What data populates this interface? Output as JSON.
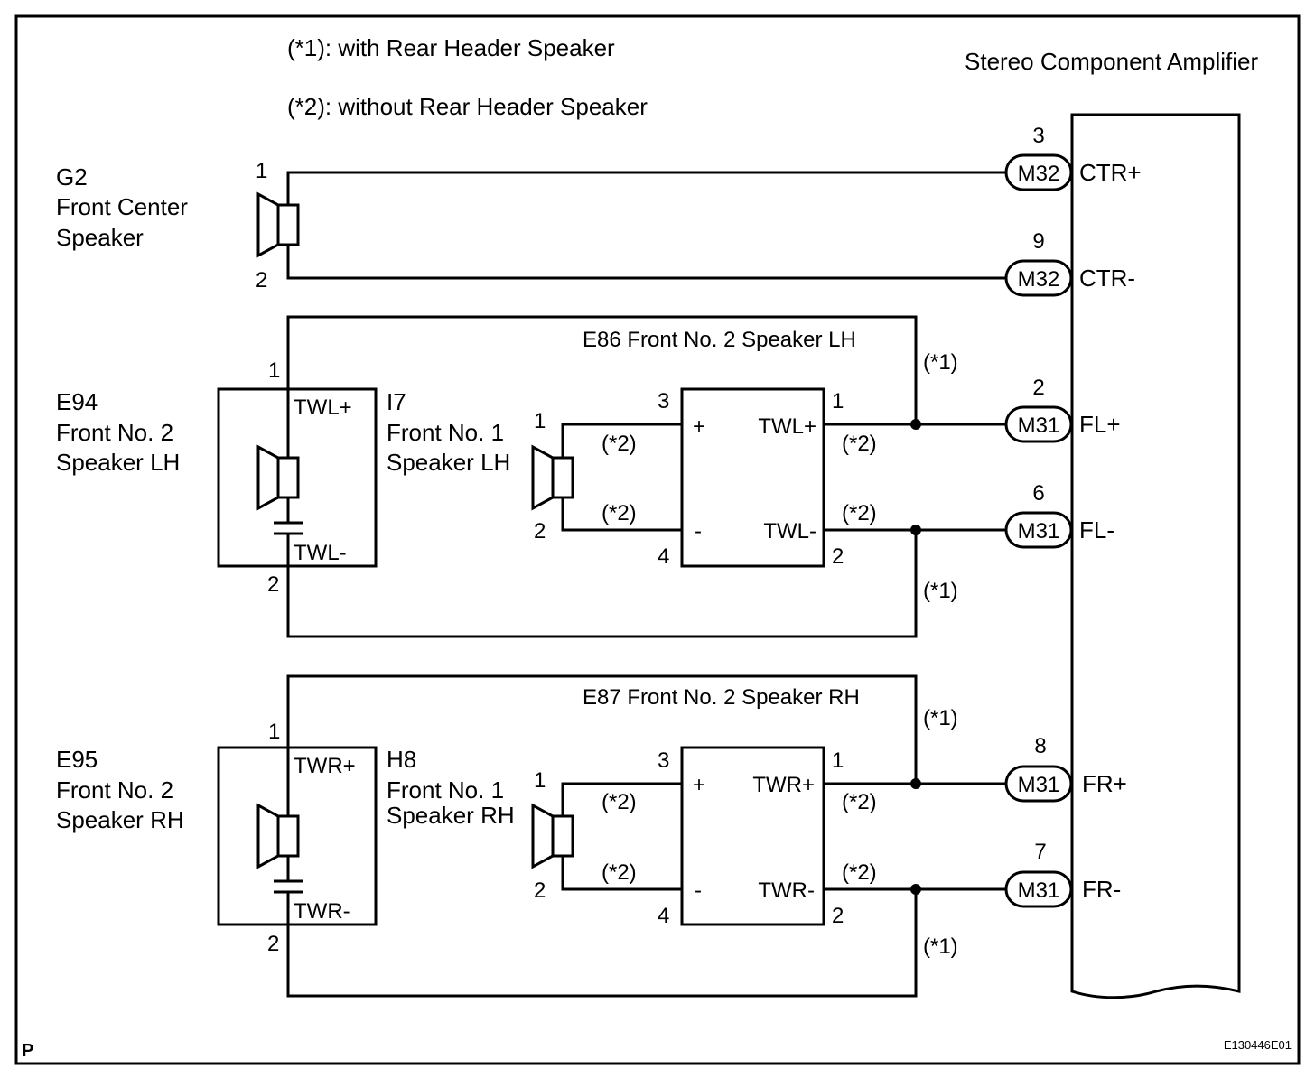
{
  "notes": {
    "note1": "(*1): with Rear Header Speaker",
    "note2": "(*2): without Rear Header Speaker"
  },
  "amplifier": {
    "title": "Stereo Component Amplifier",
    "terminals": [
      {
        "pin": "3",
        "connector": "M32",
        "signal": "CTR+"
      },
      {
        "pin": "9",
        "connector": "M32",
        "signal": "CTR-"
      },
      {
        "pin": "2",
        "connector": "M31",
        "signal": "FL+"
      },
      {
        "pin": "6",
        "connector": "M31",
        "signal": "FL-"
      },
      {
        "pin": "8",
        "connector": "M31",
        "signal": "FR+"
      },
      {
        "pin": "7",
        "connector": "M31",
        "signal": "FR-"
      }
    ]
  },
  "center_speaker": {
    "code": "G2",
    "name_line1": "Front Center",
    "name_line2": "Speaker",
    "pin_pos": "1",
    "pin_neg": "2"
  },
  "lh": {
    "tweeter": {
      "code": "E94",
      "name_line1": "Front No. 2",
      "name_line2": "Speaker LH",
      "term_pos": "TWL+",
      "term_neg": "TWL-",
      "pin_top": "1",
      "pin_bottom": "2"
    },
    "speaker": {
      "code": "I7",
      "name_line1": "Front No. 1",
      "name_line2": "Speaker LH",
      "pin_pos": "1",
      "pin_neg": "2"
    },
    "network": {
      "title": "E86 Front No. 2 Speaker LH",
      "in_pos_pin": "3",
      "in_neg_pin": "4",
      "in_pos": "+",
      "in_neg": "-",
      "out_pos": "TWL+",
      "out_neg": "TWL-",
      "out_pos_pin": "1",
      "out_neg_pin": "2"
    }
  },
  "rh": {
    "tweeter": {
      "code": "E95",
      "name_line1": "Front No. 2",
      "name_line2": "Speaker RH",
      "term_pos": "TWR+",
      "term_neg": "TWR-",
      "pin_top": "1",
      "pin_bottom": "2"
    },
    "speaker": {
      "code": "H8",
      "name_line1": "Front No. 1",
      "name_line2": "Speaker RH",
      "pin_pos": "1",
      "pin_neg": "2"
    },
    "network": {
      "title": "E87 Front No. 2 Speaker RH",
      "in_pos_pin": "3",
      "in_neg_pin": "4",
      "in_pos": "+",
      "in_neg": "-",
      "out_pos": "TWR+",
      "out_neg": "TWR-",
      "out_pos_pin": "1",
      "out_neg_pin": "2"
    }
  },
  "markers": {
    "with": "(*1)",
    "without": "(*2)"
  },
  "footer": {
    "page": "P",
    "code": "E130446E01"
  }
}
